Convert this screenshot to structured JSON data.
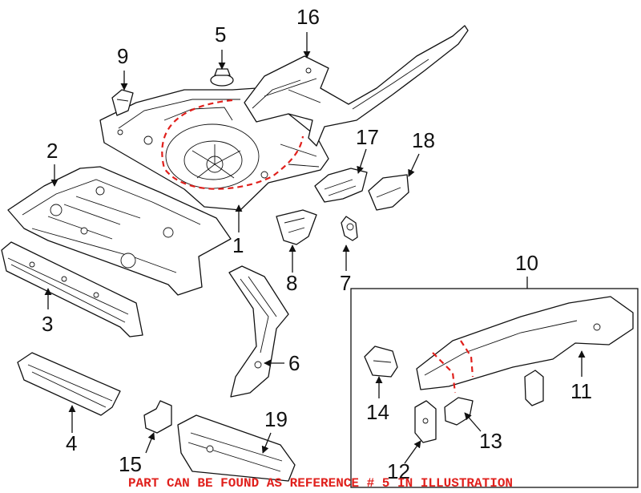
{
  "callouts": [
    "1",
    "2",
    "3",
    "4",
    "5",
    "6",
    "7",
    "8",
    "9",
    "10",
    "11",
    "12",
    "13",
    "14",
    "15",
    "16",
    "17",
    "18",
    "19"
  ],
  "footer_note": "PART CAN BE FOUND AS REFERENCE # 5 IN ILLUSTRATION",
  "colors": {
    "highlight": "#e0201c",
    "line": "#111111",
    "background": "#ffffff"
  }
}
